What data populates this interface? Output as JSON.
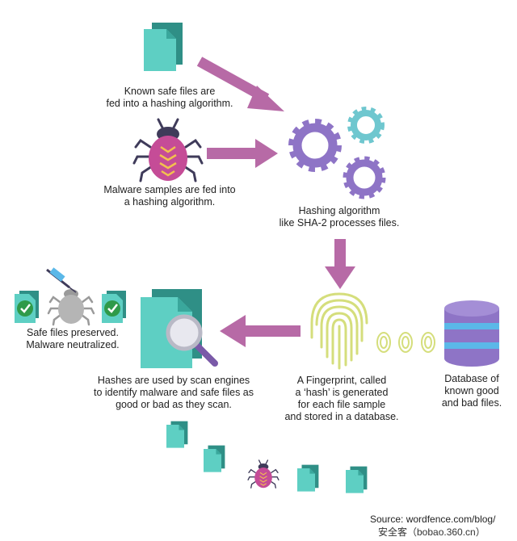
{
  "colors": {
    "teal": "#5ecfc3",
    "teal_dark": "#2f8f86",
    "arrow": "#b76aa6",
    "gear": "#8e74c6",
    "gear_small": "#6fc7cf",
    "fingerprint": "#d5de7c",
    "bug_body": "#c54c97",
    "bug_dark": "#3f3b5a",
    "check": "#2f9a49",
    "db_body": "#8e74c6",
    "db_band": "#5bb8e8"
  },
  "labels": {
    "known_safe": [
      "Known safe files are",
      "fed into a hashing algorithm."
    ],
    "malware_samples": [
      "Malware samples are fed into",
      "a hashing algorithm."
    ],
    "hashing": [
      "Hashing algorithm",
      "like SHA-2 processes files."
    ],
    "preserved": [
      "Safe files preserved.",
      "Malware neutralized."
    ],
    "hashes_used": [
      "Hashes are used by scan engines",
      "to identify malware and safe files as",
      "good or bad as they scan."
    ],
    "fingerprint": [
      "A Fingerprint, called",
      "a ‘hash’ is generated",
      "for each file sample",
      "and stored in a database."
    ],
    "database": [
      "Database of",
      "known good",
      "and bad files."
    ]
  },
  "footer": {
    "source": "Source: wordfence.com/blog/",
    "watermark": "安全客（bobao.360.cn）"
  }
}
